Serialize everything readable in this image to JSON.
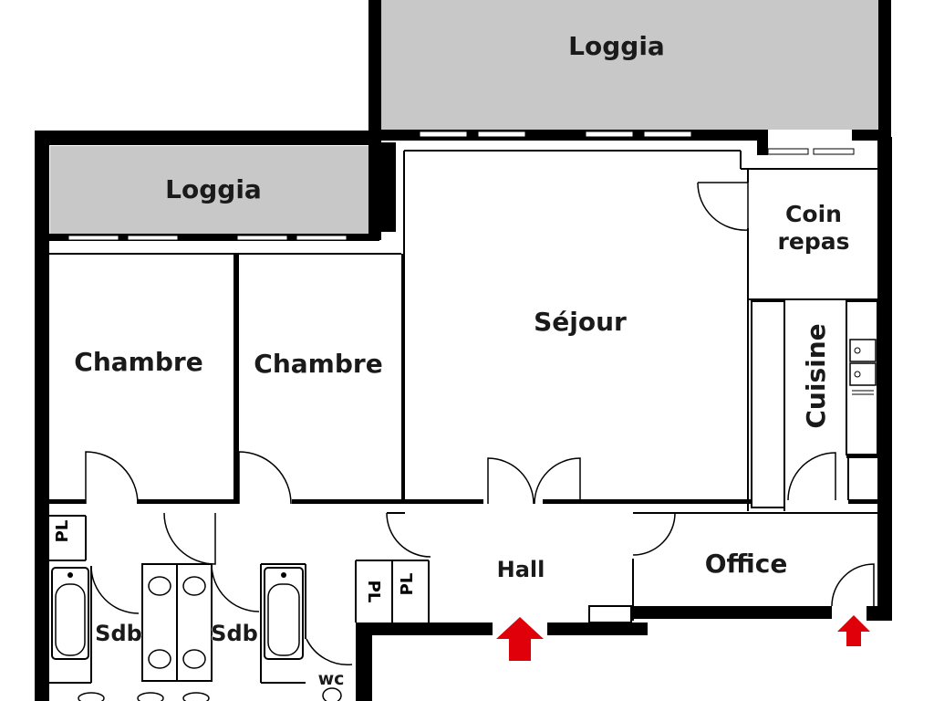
{
  "rooms": {
    "loggia_top": "Loggia",
    "loggia_left": "Loggia",
    "sejour": "Séjour",
    "coin_repas_line1": "Coin",
    "coin_repas_line2": "repas",
    "cuisine": "Cuisine",
    "chambre_1": "Chambre",
    "chambre_2": "Chambre",
    "hall": "Hall",
    "office": "Office",
    "sdb_1": "Sdb",
    "sdb_2": "Sdb",
    "wc": "wc",
    "pl_1": "PL",
    "pl_2": "PL",
    "pl_3": "PL"
  },
  "colors": {
    "wall": "#000000",
    "loggia_fill": "#c8c8c8",
    "entry_arrow": "#e0000a",
    "background": "#ffffff"
  },
  "icons": [
    "entry-arrow-icon",
    "bathtub-icon",
    "sink-icon",
    "toilet-icon",
    "stove-icon"
  ]
}
